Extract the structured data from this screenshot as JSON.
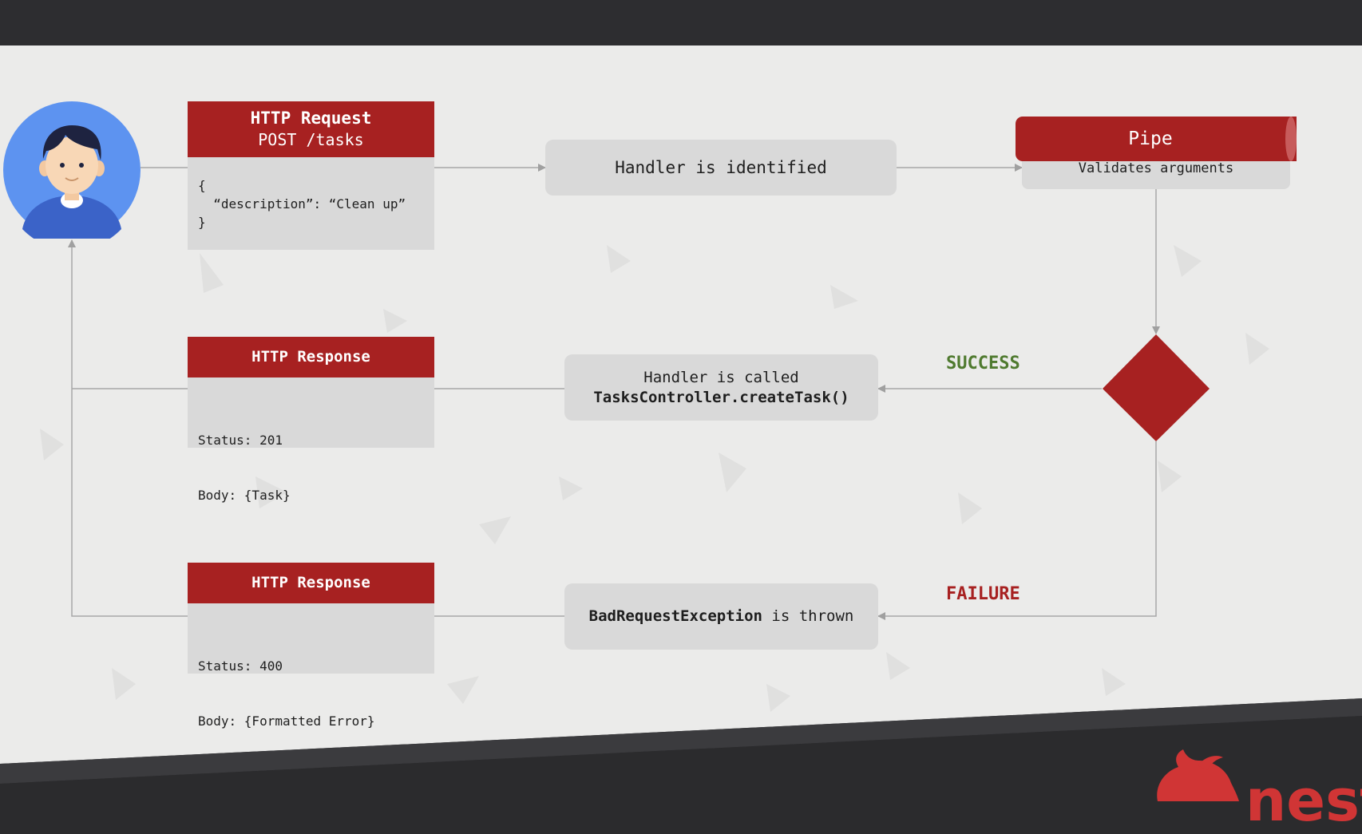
{
  "request": {
    "title": "HTTP Request",
    "subtitle": "POST /tasks",
    "body": "{\n  “description”: “Clean up”\n}"
  },
  "handler_identified": "Handler is identified",
  "pipe": {
    "title": "Pipe",
    "subtitle": "Validates arguments"
  },
  "success": {
    "label": "SUCCESS",
    "handler_line1": "Handler is called",
    "handler_line2": "TasksController.createTask()",
    "response_title": "HTTP Response",
    "response_status": "Status: 201",
    "response_body": "Body: {Task}"
  },
  "failure": {
    "label": "FAILURE",
    "exception_name": "BadRequestException",
    "exception_suffix": " is thrown",
    "response_title": "HTTP Response",
    "response_status": "Status: 400",
    "response_body": "Body: {Formatted Error}"
  },
  "brand": {
    "word": "nest",
    "color": "#d03535"
  },
  "colors": {
    "accent": "#a72121",
    "success": "#4f7a2f",
    "box": "#d9d9d9",
    "background": "#ebebea"
  },
  "icons": {
    "user": "user-avatar-icon",
    "decision": "decision-diamond-icon",
    "logo": "nest-logo-icon"
  }
}
